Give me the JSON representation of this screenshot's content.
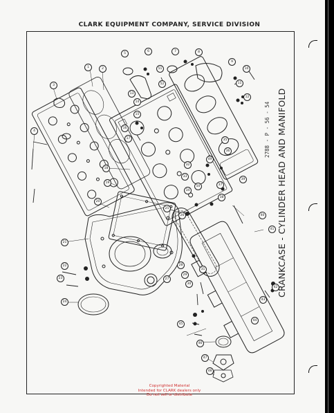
{
  "header": {
    "company": "CLARK EQUIPMENT COMPANY, SERVICE DIVISION"
  },
  "figure": {
    "title": "CRANKCASE - CYLINDER HEAD AND MANIFOLD",
    "code": "2788 - P - 56 - 54"
  },
  "watermark": {
    "line1": "Copyrighted Material",
    "line2": "Intended for CLARK dealers only",
    "line3": "Do not sell or distribute"
  },
  "callouts": {
    "c1": "1",
    "c2": "2",
    "c3": "3",
    "c4": "4",
    "c5": "5",
    "c6": "6",
    "c7": "7",
    "c8": "8",
    "c9": "9",
    "c10": "10",
    "c11": "11",
    "c12": "12",
    "c13": "13",
    "c14": "14",
    "c15": "15",
    "c16": "16",
    "c17": "17",
    "c18": "18",
    "c19": "19",
    "c20": "20",
    "c21": "21",
    "c22": "22",
    "c23": "23",
    "c24": "24",
    "c25": "25",
    "c26": "26",
    "c27": "27",
    "c28": "28",
    "c29": "29",
    "c30": "30",
    "c31": "31",
    "c32": "32",
    "c33": "33",
    "c34": "34",
    "c35": "35",
    "c36": "36",
    "c37": "37",
    "c38": "38",
    "c39": "39",
    "c40": "40",
    "c41": "41",
    "c42": "42",
    "c43": "43",
    "c44": "44",
    "c45": "45",
    "c46": "46",
    "c47": "47",
    "c48": "48",
    "c49": "49",
    "c50": "50",
    "c51": "51",
    "c52": "52"
  }
}
